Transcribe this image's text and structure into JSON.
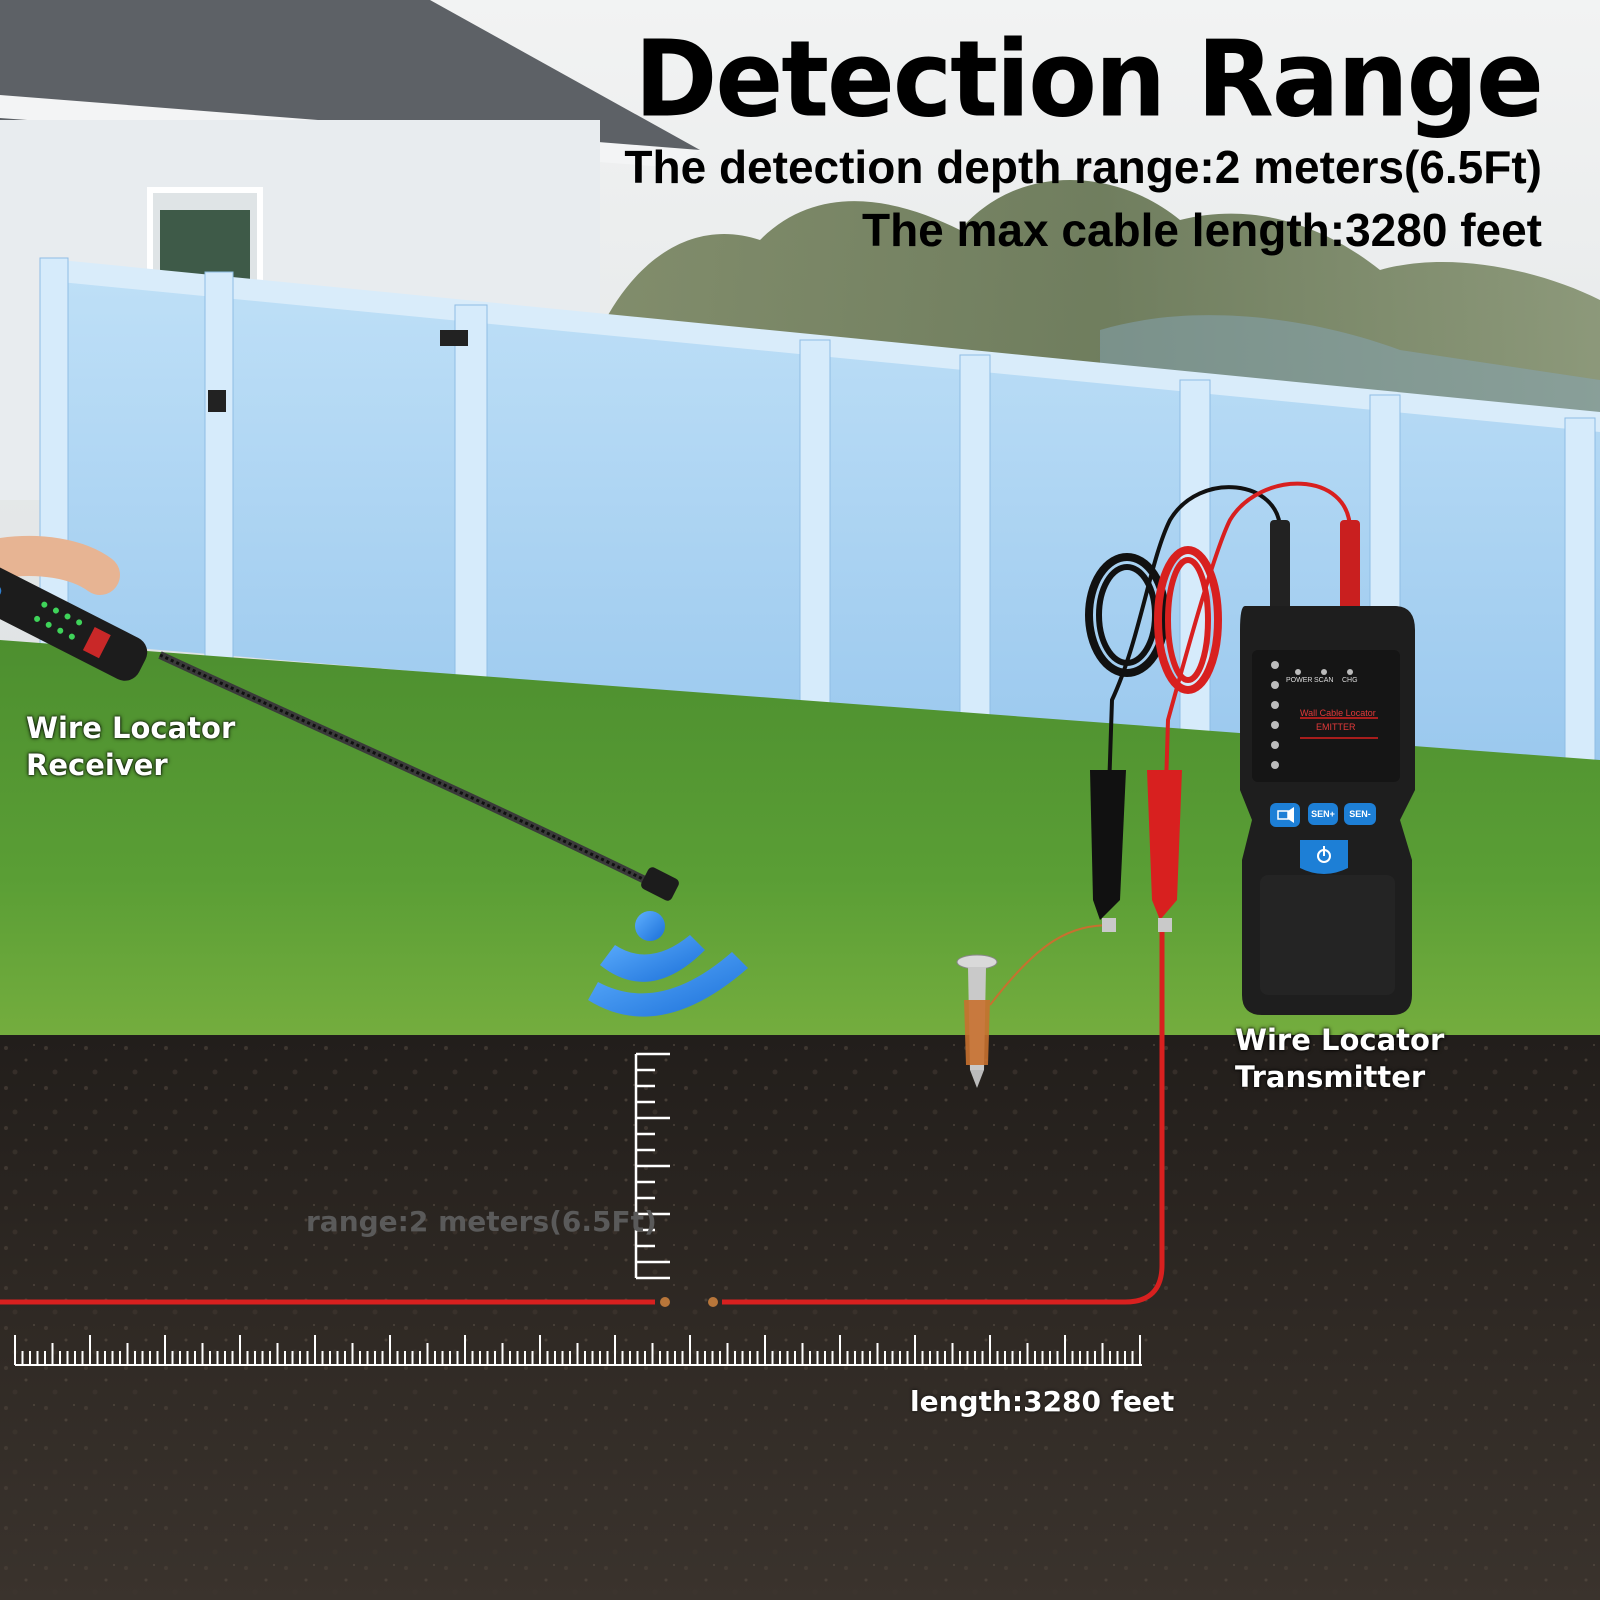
{
  "headline": {
    "title": "Detection Range",
    "line1": "The detection depth range:2 meters(6.5Ft)",
    "line2": "The max cable length:3280 feet"
  },
  "labels": {
    "receiver_line1": "Wire Locator",
    "receiver_line2": "Receiver",
    "transmitter_line1": "Wire Locator",
    "transmitter_line2": "Transmitter"
  },
  "measurements": {
    "depth": "range:2 meters(6.5Ft)",
    "length": "length:3280 feet"
  },
  "device": {
    "indicators": [
      "POWER",
      "SCAN",
      "CHG"
    ],
    "name": "Wall Cable Locator",
    "mode": "EMITTER",
    "buttons": [
      "SEN+",
      "SEN-"
    ]
  },
  "colors": {
    "sky": "#e9ecef",
    "fence": "#a9d2f2",
    "grass": "#3f8a2a",
    "soil": "#2b2622",
    "wire_red": "#d8201f",
    "signal_blue": "#1f7de0"
  },
  "icons": [
    "signal-waves-icon",
    "screw-icon",
    "power-icon",
    "mute-icon"
  ]
}
